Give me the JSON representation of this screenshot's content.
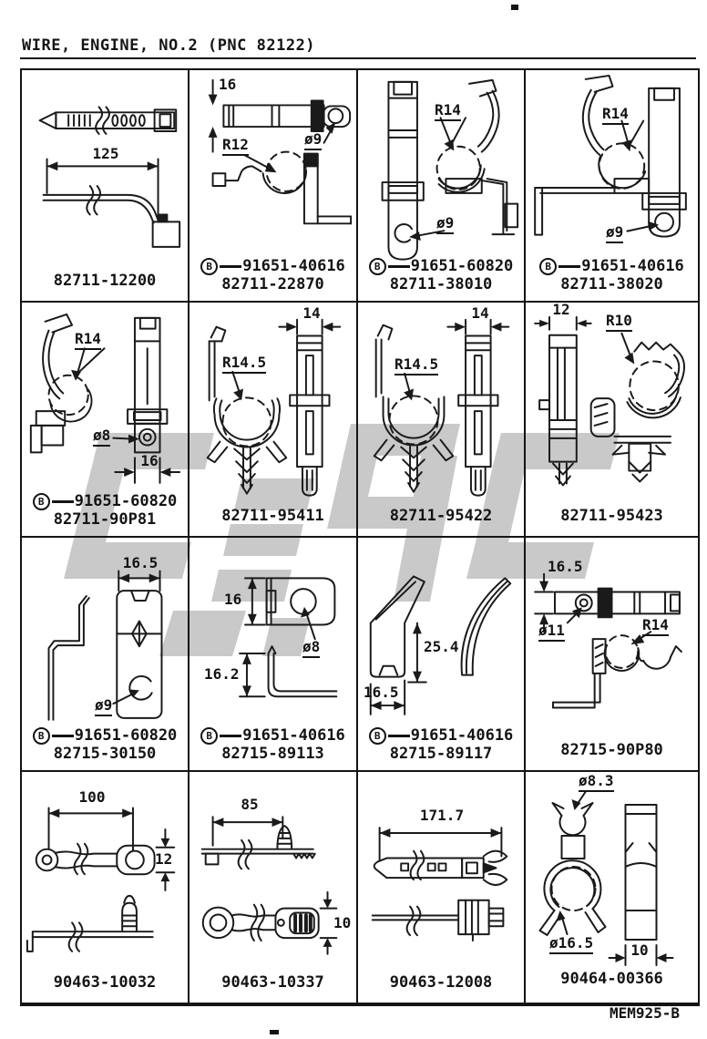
{
  "page": {
    "title": "WIRE, ENGINE, NO.2 (PNC 82122)",
    "diagram_code": "MEM925-B",
    "sub_mark": "B",
    "colors": {
      "ink": "#1a1a1a",
      "watermark": "#c9c9c9",
      "paper": "#ffffff"
    }
  },
  "cells": [
    {
      "part_number": "82711-12200",
      "labels": [
        "125"
      ]
    },
    {
      "sub_number": "91651-40616",
      "part_number": "82711-22870",
      "labels": [
        "16",
        "R12",
        "ø9"
      ]
    },
    {
      "sub_number": "91651-60820",
      "part_number": "82711-38010",
      "labels": [
        "R14",
        "ø9"
      ]
    },
    {
      "sub_number": "91651-40616",
      "part_number": "82711-38020",
      "labels": [
        "R14",
        "ø9"
      ]
    },
    {
      "sub_number": "91651-60820",
      "part_number": "82711-90P81",
      "labels": [
        "R14",
        "ø8",
        "16"
      ]
    },
    {
      "part_number": "82711-95411",
      "labels": [
        "14",
        "R14.5"
      ]
    },
    {
      "part_number": "82711-95422",
      "labels": [
        "14",
        "R14.5"
      ]
    },
    {
      "part_number": "82711-95423",
      "labels": [
        "12",
        "R10"
      ]
    },
    {
      "sub_number": "91651-60820",
      "part_number": "82715-30150",
      "labels": [
        "16.5",
        "ø9"
      ]
    },
    {
      "sub_number": "91651-40616",
      "part_number": "82715-89113",
      "labels": [
        "16",
        "ø8",
        "16.2"
      ]
    },
    {
      "sub_number": "91651-40616",
      "part_number": "82715-89117",
      "labels": [
        "25.4",
        "16.5"
      ]
    },
    {
      "part_number": "82715-90P80",
      "labels": [
        "16.5",
        "ø11",
        "R14"
      ]
    },
    {
      "part_number": "90463-10032",
      "labels": [
        "100",
        "12"
      ]
    },
    {
      "part_number": "90463-10337",
      "labels": [
        "85",
        "10"
      ]
    },
    {
      "part_number": "90463-12008",
      "labels": [
        "171.7"
      ]
    },
    {
      "part_number": "90464-00366",
      "labels": [
        "ø8.3",
        "ø16.5",
        "10"
      ]
    }
  ]
}
